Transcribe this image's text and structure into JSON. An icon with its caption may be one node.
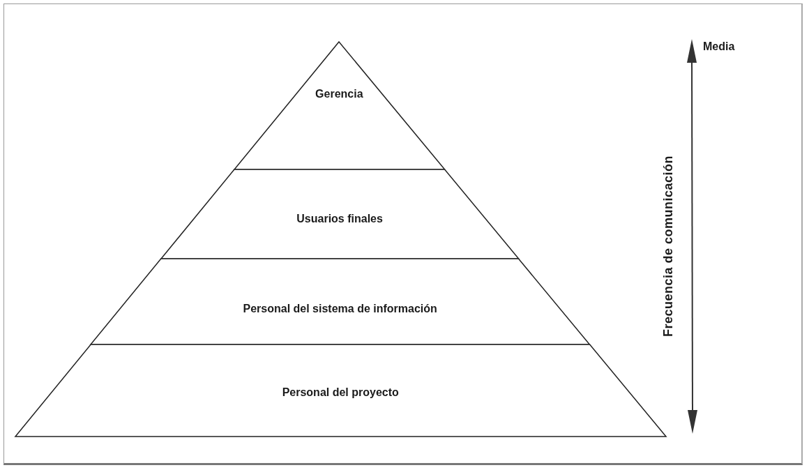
{
  "diagram": {
    "nodes": [
      {
        "text": [
          "Gerencia"
        ]
      },
      {
        "text": [
          "Usuarios finales"
        ]
      },
      {
        "text": [
          "Personal del sistema de información"
        ]
      },
      {
        "text": [
          "Personal del proyecto"
        ]
      }
    ],
    "edges": [],
    "labels": [
      "Media",
      "Frecuencia de comunicación"
    ]
  }
}
